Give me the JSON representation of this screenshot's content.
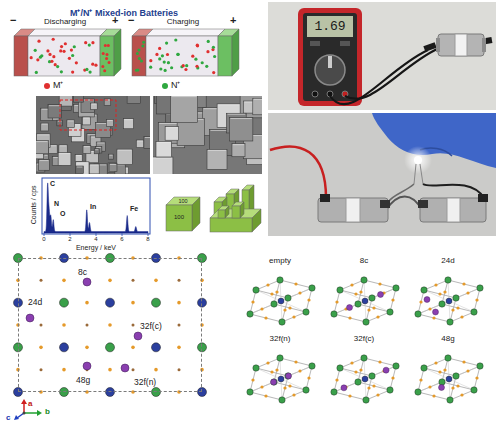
{
  "diagram": {
    "title": "M⁺/N⁺ Mixed-ion Batteries",
    "nodes": [
      {
        "text": [
          "Discharging"
        ]
      },
      {
        "text": [
          "Charging"
        ]
      },
      {
        "text": [
          "24d",
          "8c",
          "48g",
          "32f(c)",
          "32f(n)"
        ]
      },
      {
        "text": [
          "empty"
        ]
      },
      {
        "text": [
          "8c"
        ]
      },
      {
        "text": [
          "24d"
        ]
      },
      {
        "text": [
          "32f(n)"
        ]
      },
      {
        "text": [
          "32f(c)"
        ]
      },
      {
        "text": [
          "48g"
        ]
      }
    ],
    "labels": [
      "−",
      "+",
      "−",
      "+",
      "1.69",
      "Counts / cps",
      "C",
      "N",
      "O",
      "In",
      "Fe",
      "0",
      "2",
      "4",
      "6",
      "8",
      "Energy / keV",
      "100",
      "100",
      "a",
      "b",
      "c"
    ],
    "legend": [
      {
        "text": "M⁺",
        "color": "#e03030"
      },
      {
        "text": "N⁺",
        "color": "#2fa840"
      }
    ]
  }
}
